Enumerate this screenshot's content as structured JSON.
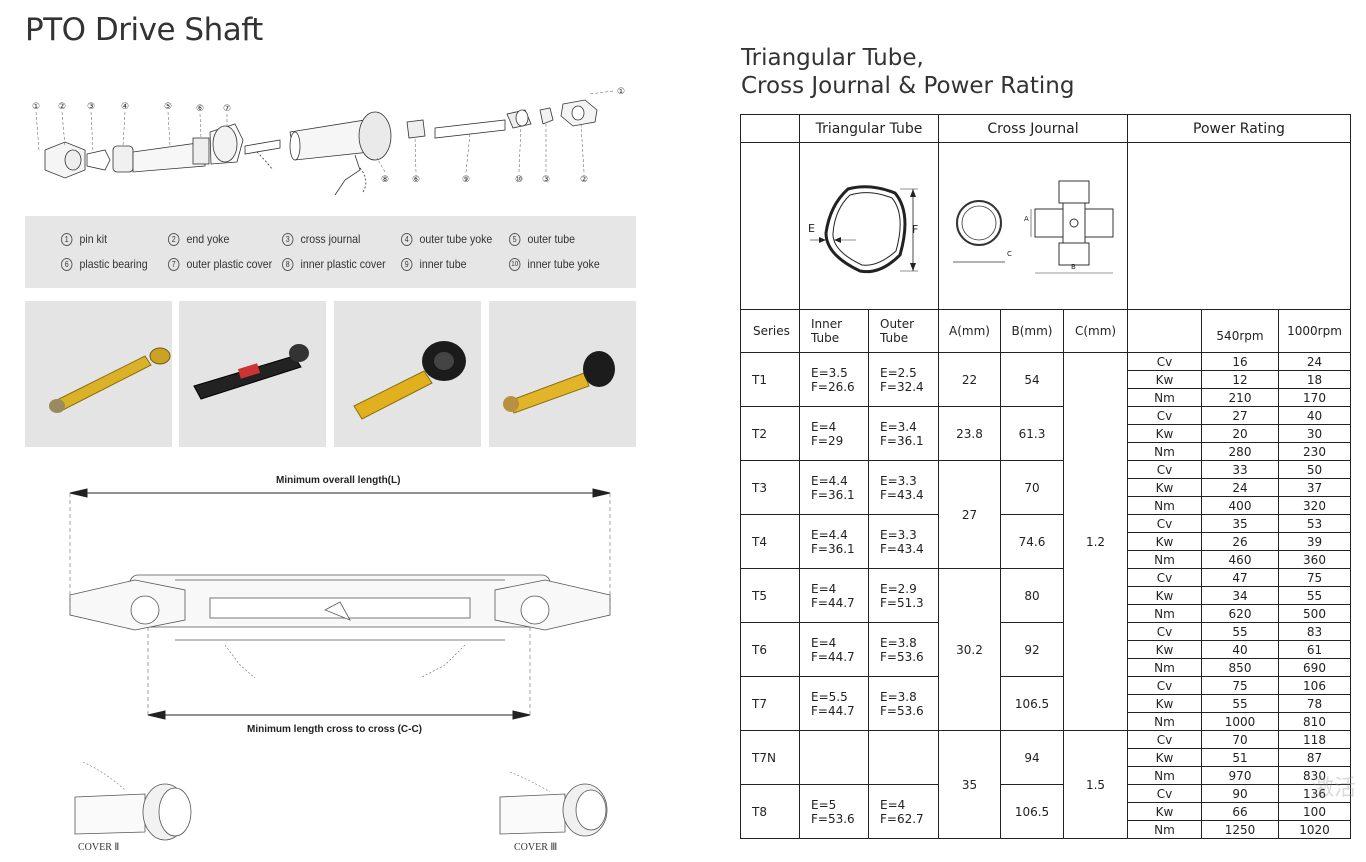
{
  "left_title": "PTO Drive Shaft",
  "right_title_line1": "Triangular Tube,",
  "right_title_line2": "Cross Journal & Power Rating",
  "exploded_numbers": [
    "①",
    "②",
    "③",
    "④",
    "⑤",
    "⑥",
    "⑦",
    "⑧",
    "⑥",
    "⑨",
    "⑩",
    "③",
    "②",
    "①"
  ],
  "legend": [
    {
      "num": "1",
      "label": "pin kit"
    },
    {
      "num": "2",
      "label": "end yoke"
    },
    {
      "num": "3",
      "label": "cross journal"
    },
    {
      "num": "4",
      "label": "outer tube yoke"
    },
    {
      "num": "5",
      "label": "outer tube"
    },
    {
      "num": "6",
      "label": "plastic bearing"
    },
    {
      "num": "7",
      "label": "outer plastic cover"
    },
    {
      "num": "8",
      "label": "inner plastic cover"
    },
    {
      "num": "9",
      "label": "inner tube"
    },
    {
      "num": "10",
      "label": "inner tube yoke"
    }
  ],
  "length_top": "Minimum overall length(L)",
  "length_bottom": "Minimum length cross  to cross (C-C)",
  "cover2": "COVER Ⅱ",
  "cover3": "COVER Ⅲ",
  "diagram_labels": {
    "e": "E",
    "f": "F",
    "a": "A",
    "b": "B",
    "c": "C"
  },
  "table": {
    "group_headers": {
      "triangular": "Triangular Tube",
      "cross": "Cross Journal",
      "power": "Power Rating"
    },
    "col_headers": {
      "series": "Series",
      "inner": "Inner Tube",
      "outer": "Outer Tube",
      "a": "A(mm)",
      "b": "B(mm)",
      "c": "C(mm)",
      "rpm540": "540rpm",
      "rpm1000": "1000rpm"
    },
    "power_labels": [
      "Cv",
      "Kw",
      "Nm"
    ],
    "rows": [
      {
        "series": "T1",
        "inner_e": "E=3.5",
        "inner_f": "F=26.6",
        "outer_e": "E=2.5",
        "outer_f": "F=32.4",
        "a": "22",
        "b": "54",
        "p540": [
          "16",
          "12",
          "210"
        ],
        "p1000": [
          "24",
          "18",
          "170"
        ]
      },
      {
        "series": "T2",
        "inner_e": "E=4",
        "inner_f": "F=29",
        "outer_e": "E=3.4",
        "outer_f": "F=36.1",
        "a": "23.8",
        "b": "61.3",
        "p540": [
          "27",
          "20",
          "280"
        ],
        "p1000": [
          "40",
          "30",
          "230"
        ]
      },
      {
        "series": "T3",
        "inner_e": "E=4.4",
        "inner_f": "F=36.1",
        "outer_e": "E=3.3",
        "outer_f": "F=43.4",
        "a": "27",
        "b": "70",
        "p540": [
          "33",
          "24",
          "400"
        ],
        "p1000": [
          "50",
          "37",
          "320"
        ]
      },
      {
        "series": "T4",
        "inner_e": "E=4.4",
        "inner_f": "F=36.1",
        "outer_e": "E=3.3",
        "outer_f": "F=43.4",
        "a": "",
        "b": "74.6",
        "p540": [
          "35",
          "26",
          "460"
        ],
        "p1000": [
          "53",
          "39",
          "360"
        ]
      },
      {
        "series": "T5",
        "inner_e": "E=4",
        "inner_f": "F=44.7",
        "outer_e": "E=2.9",
        "outer_f": "F=51.3",
        "a": "30.2",
        "b": "80",
        "p540": [
          "47",
          "34",
          "620"
        ],
        "p1000": [
          "75",
          "55",
          "500"
        ]
      },
      {
        "series": "T6",
        "inner_e": "E=4",
        "inner_f": "F=44.7",
        "outer_e": "E=3.8",
        "outer_f": "F=53.6",
        "a": "",
        "b": "92",
        "p540": [
          "55",
          "40",
          "850"
        ],
        "p1000": [
          "83",
          "61",
          "690"
        ]
      },
      {
        "series": "T7",
        "inner_e": "E=5.5",
        "inner_f": "F=44.7",
        "outer_e": "E=3.8",
        "outer_f": "F=53.6",
        "a": "",
        "b": "106.5",
        "p540": [
          "75",
          "55",
          "1000"
        ],
        "p1000": [
          "106",
          "78",
          "810"
        ]
      },
      {
        "series": "T7N",
        "inner_e": "",
        "inner_f": "",
        "outer_e": "",
        "outer_f": "",
        "a": "35",
        "b": "94",
        "p540": [
          "70",
          "51",
          "970"
        ],
        "p1000": [
          "118",
          "87",
          "830"
        ]
      },
      {
        "series": "T8",
        "inner_e": "E=5",
        "inner_f": "F=53.6",
        "outer_e": "E=4",
        "outer_f": "F=62.7",
        "a": "",
        "b": "106.5",
        "p540": [
          "90",
          "66",
          "1250"
        ],
        "p1000": [
          "136",
          "100",
          "1020"
        ]
      }
    ],
    "c_values": [
      "1.2",
      "1.5"
    ]
  },
  "watermark": "激活"
}
